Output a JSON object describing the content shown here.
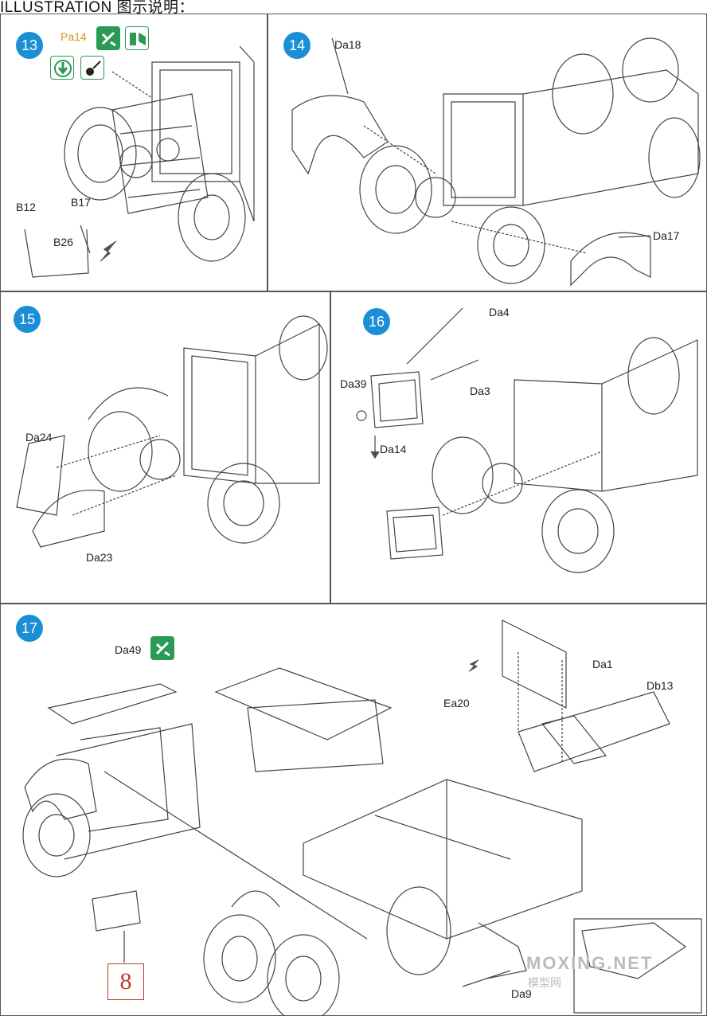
{
  "header": "ILLUSTRATION 图示说明：",
  "steps": {
    "s13": {
      "number": "13",
      "labels": {
        "pa14": "Pa14",
        "b12": "B12",
        "b17": "B17",
        "b26": "B26"
      }
    },
    "s14": {
      "number": "14",
      "labels": {
        "da18": "Da18",
        "da17": "Da17"
      }
    },
    "s15": {
      "number": "15",
      "labels": {
        "da24": "Da24",
        "da23": "Da23"
      }
    },
    "s16": {
      "number": "16",
      "labels": {
        "da4": "Da4",
        "da39": "Da39",
        "da3": "Da3",
        "da14": "Da14"
      }
    },
    "s17": {
      "number": "17",
      "labels": {
        "da49": "Da49",
        "da1": "Da1",
        "db13": "Db13",
        "ea20": "Ea20",
        "da9": "Da9"
      },
      "paint_ref": "8"
    }
  },
  "watermark": {
    "main": "MOXING.NET",
    "sub": "模型网"
  },
  "colors": {
    "step_circle": "#1b8fd6",
    "icon_green": "#2a9a55",
    "label_orange": "#d6901a",
    "ref_red": "#c0392b"
  },
  "icons": [
    "glue-icon",
    "attach-icon",
    "press-icon",
    "paint-brush-icon",
    "cement-icon"
  ]
}
